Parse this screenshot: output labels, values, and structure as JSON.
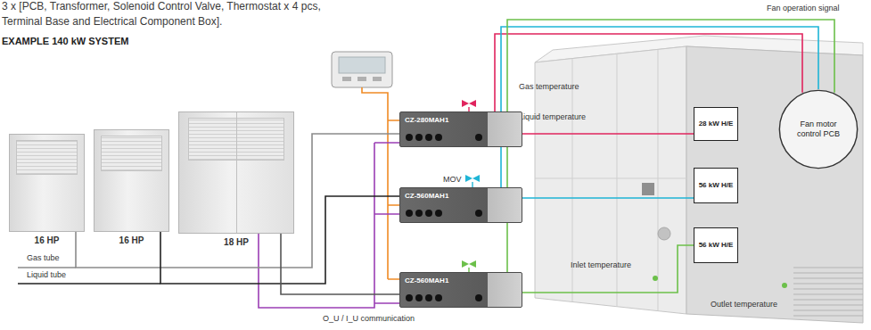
{
  "diagram": {
    "title": "EXAMPLE 140 kW SYSTEM",
    "nodes": [
      {
        "text": [
          "16 HP"
        ]
      },
      {
        "text": [
          "16 HP"
        ]
      },
      {
        "text": [
          "18 HP"
        ]
      },
      {
        "text": [
          "CZ-280MAH1"
        ]
      },
      {
        "text": [
          "CZ-560MAH1"
        ]
      },
      {
        "text": [
          "CZ-560MAH1"
        ]
      },
      {
        "text": [
          "28 kW H/E"
        ]
      },
      {
        "text": [
          "56 kW H/E"
        ]
      },
      {
        "text": [
          "56 kW H/E"
        ]
      },
      {
        "text": [
          "Fan motor control PCB"
        ]
      }
    ],
    "edges": [
      {
        "from": 0,
        "to": 3,
        "arrow": "none"
      },
      {
        "from": 1,
        "to": 4,
        "arrow": "none"
      },
      {
        "from": 2,
        "to": 5,
        "arrow": "none"
      },
      {
        "from": 3,
        "to": 6,
        "arrow": "none"
      },
      {
        "from": 4,
        "to": 7,
        "arrow": "none"
      },
      {
        "from": 5,
        "to": 8,
        "arrow": "none"
      },
      {
        "from": 3,
        "to": 9,
        "arrow": "none"
      },
      {
        "from": 4,
        "to": 9,
        "arrow": "none"
      },
      {
        "from": 5,
        "to": 9,
        "arrow": "none"
      }
    ],
    "labels": [
      "3 x [PCB, Transformer, Solenoid Control Valve, Thermostat x 4 pcs,",
      "Terminal Base and Electrical Component Box].",
      "Gas temperature",
      "Liquid temperature",
      "MOV",
      "Inlet temperature",
      "Outlet temperature",
      "Gas tube",
      "Liquid tube",
      "O_U / I_U communication",
      "Fan operation signal"
    ]
  }
}
